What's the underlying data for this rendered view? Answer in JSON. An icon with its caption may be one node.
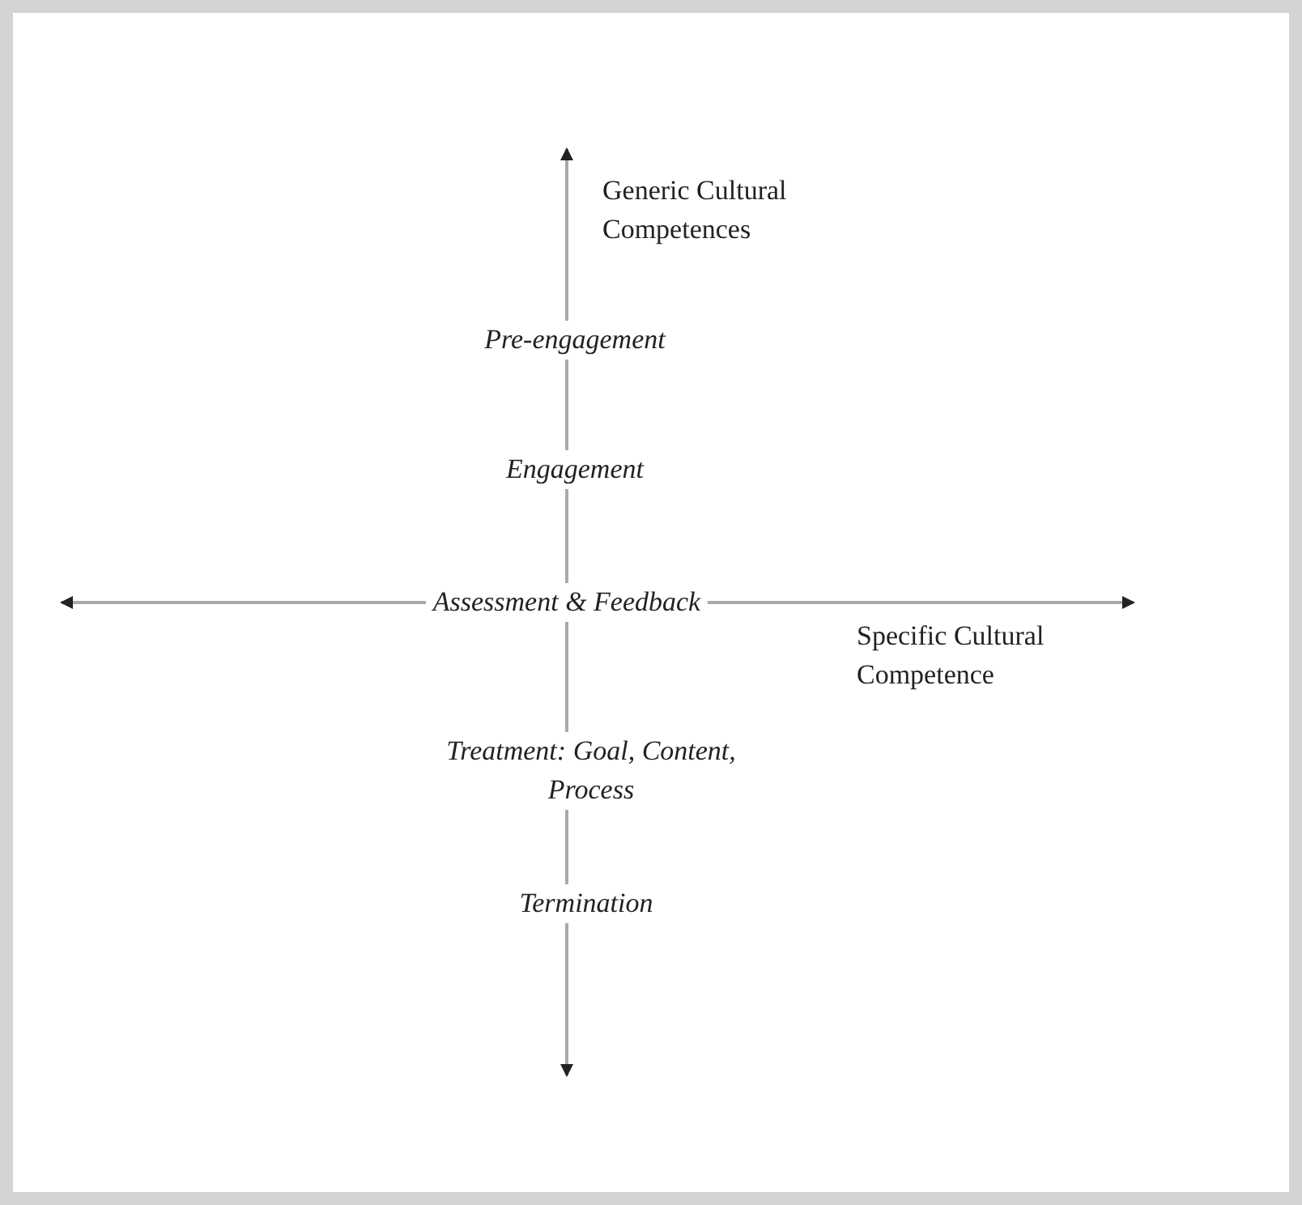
{
  "diagram": {
    "labels": [
      "Generic Cultural Competences",
      "Pre-engagement",
      "Engagement",
      "Assessment & Feedback",
      "Specific Cultural Competence",
      "Treatment: Goal, Content, Process",
      "Termination"
    ]
  }
}
